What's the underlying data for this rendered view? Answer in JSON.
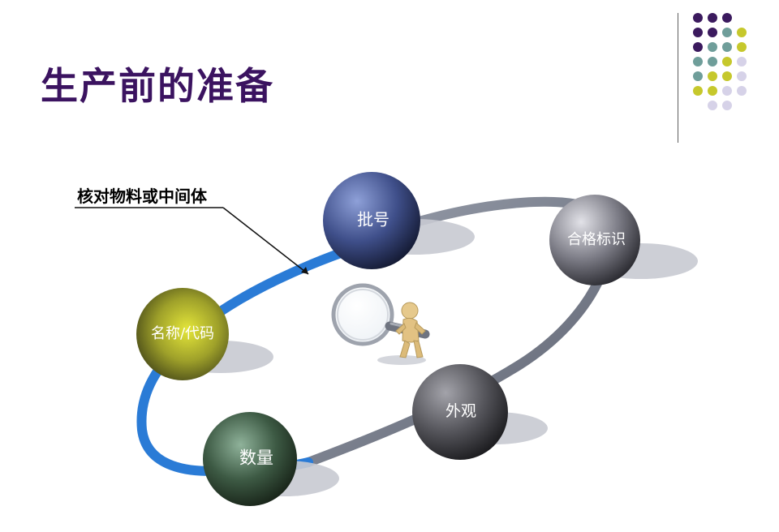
{
  "slide": {
    "title": "生产前的准备",
    "callout": "核对物料或中间体"
  },
  "decoration": {
    "dot_colors": {
      "purple": "#3b1a5e",
      "teal": "#6f9e9a",
      "lime": "#c6c82c",
      "lavender": "#d6d2e8"
    }
  },
  "diagram": {
    "nodes": [
      {
        "label": "批号",
        "color": "#5566a6"
      },
      {
        "label": "合格标识",
        "color": "#8a8a92"
      },
      {
        "label": "名称/代码",
        "color": "#c9cb2e"
      },
      {
        "label": "外观",
        "color": "#6b6b70"
      },
      {
        "label": "数量",
        "color": "#4c6a52"
      }
    ],
    "ring_colors": {
      "blue": "#2a7bd6",
      "gray": "#7b8191"
    },
    "center_icon": "magnifier-figure-icon"
  }
}
